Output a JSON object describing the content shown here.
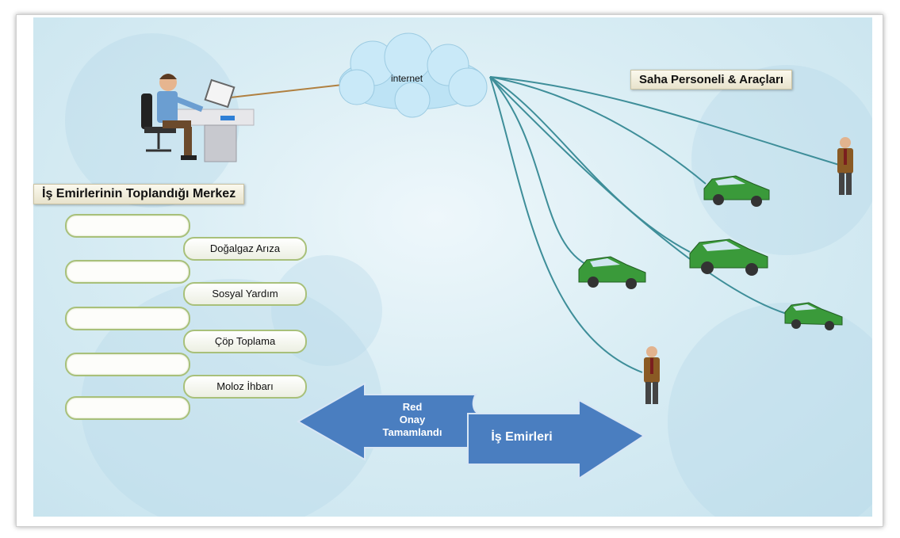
{
  "cloud_label": "internet",
  "field_title": "Saha Personeli & Araçları",
  "center_title": "İş Emirlerinin Toplandığı Merkez",
  "categories": [
    "Doğalgaz Arıza",
    "Sosyal Yardım",
    "Çöp Toplama",
    "Moloz İhbarı"
  ],
  "arrow_left_lines": [
    "Red",
    "Onay",
    "Tamamlandı"
  ],
  "arrow_right_label": "İş Emirleri",
  "colors": {
    "arrow": "#4a7ec0",
    "car": "#3a9a3a",
    "line": "#3e8e99",
    "cloud": "#bde3f5"
  }
}
